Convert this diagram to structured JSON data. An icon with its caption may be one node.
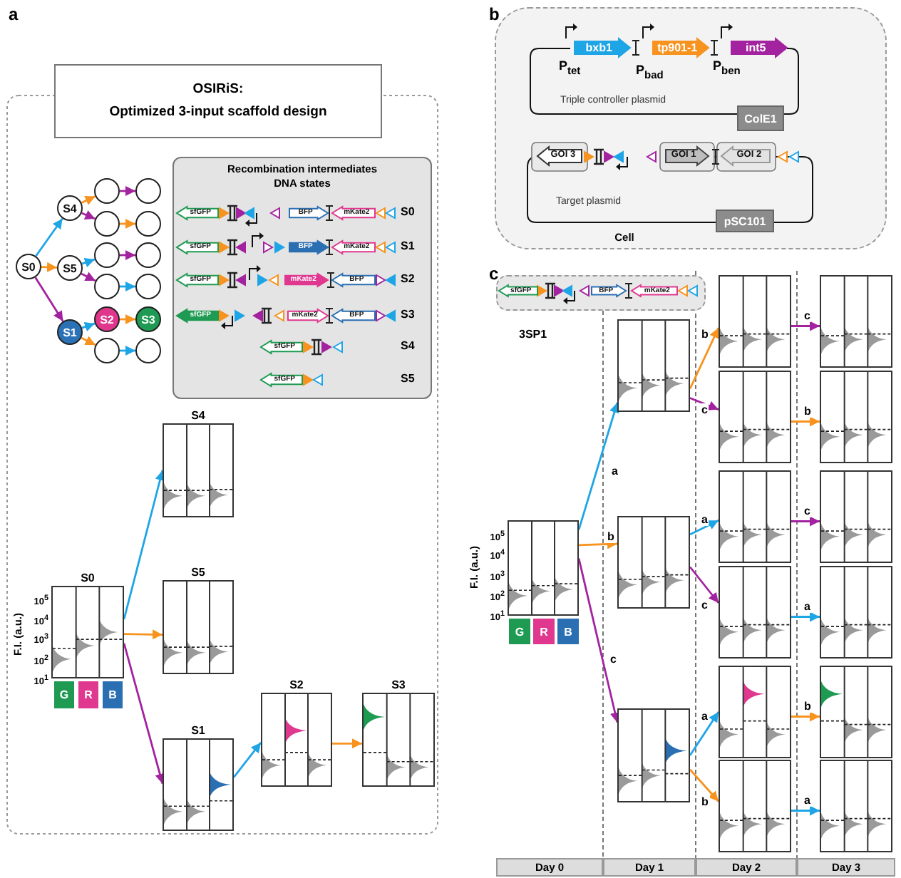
{
  "diagram": {
    "nodes": [
      {
        "text": [
          "OSIRiS:",
          "Optimized 3-input scaffold design"
        ]
      },
      {
        "text": [
          "S0"
        ]
      },
      {
        "text": [
          "S4"
        ]
      },
      {
        "text": [
          "S5"
        ]
      },
      {
        "text": [
          "S1"
        ]
      },
      {
        "text": [],
        "shape": "circle"
      },
      {
        "text": [],
        "shape": "circle"
      },
      {
        "text": [],
        "shape": "circle"
      },
      {
        "text": [],
        "shape": "circle"
      },
      {
        "text": [],
        "shape": "circle"
      },
      {
        "text": [],
        "shape": "circle"
      },
      {
        "text": [],
        "shape": "circle"
      },
      {
        "text": [],
        "shape": "circle"
      },
      {
        "text": [
          "S2"
        ]
      },
      {
        "text": [
          "S3"
        ]
      },
      {
        "text": [],
        "shape": "circle"
      },
      {
        "text": [],
        "shape": "circle"
      },
      {
        "text": [
          "Recombination intermediates DNA states"
        ]
      },
      {
        "text": [
          "sfGFP"
        ],
        "in": 17
      },
      {
        "text": [
          "BFP"
        ],
        "in": 17
      },
      {
        "text": [
          "mKate2"
        ],
        "in": 17
      },
      {
        "text": [
          "sfGFP"
        ],
        "in": 17
      },
      {
        "text": [
          "BFP"
        ],
        "in": 17
      },
      {
        "text": [
          "mKate2"
        ],
        "in": 17
      },
      {
        "text": [
          "sfGFP"
        ],
        "in": 17
      },
      {
        "text": [
          "mKate2"
        ],
        "in": 17
      },
      {
        "text": [
          "BFP"
        ],
        "in": 17
      },
      {
        "text": [
          "sfGFP"
        ],
        "in": 17
      },
      {
        "text": [
          "mKate2"
        ],
        "in": 17
      },
      {
        "text": [
          "BFP"
        ],
        "in": 17
      },
      {
        "text": [
          "sfGFP"
        ],
        "in": 17
      },
      {
        "text": [
          "sfGFP"
        ],
        "in": 17
      },
      {
        "text": [
          "S0"
        ]
      },
      {
        "text": [
          "S4"
        ]
      },
      {
        "text": [
          "S5"
        ]
      },
      {
        "text": [
          "S1"
        ]
      },
      {
        "text": [
          "S2"
        ]
      },
      {
        "text": [
          "S3"
        ]
      },
      {
        "text": [
          "G"
        ]
      },
      {
        "text": [
          "R"
        ]
      },
      {
        "text": [
          "B"
        ]
      },
      {
        "text": [
          "Cell"
        ]
      },
      {
        "text": [
          "bxb1"
        ],
        "in": 41
      },
      {
        "text": [
          "tp901-1"
        ],
        "in": 41
      },
      {
        "text": [
          "int5"
        ],
        "in": 41
      },
      {
        "text": [
          "ColE1"
        ],
        "in": 41
      },
      {
        "text": [
          "GOI 3"
        ],
        "in": 41
      },
      {
        "text": [
          "GOI 1"
        ],
        "in": 41
      },
      {
        "text": [
          "GOI 2"
        ],
        "in": 41
      },
      {
        "text": [
          "pSC101"
        ],
        "in": 41
      },
      {
        "text": [],
        "shape": "box"
      },
      {
        "text": [
          "sfGFP"
        ],
        "in": 50
      },
      {
        "text": [
          "BFP"
        ],
        "in": 50
      },
      {
        "text": [
          "mKate2"
        ],
        "in": 50
      },
      {
        "text": [],
        "shape": "box"
      },
      {
        "text": [],
        "shape": "box"
      },
      {
        "text": [],
        "shape": "box"
      },
      {
        "text": [],
        "shape": "box"
      },
      {
        "text": [],
        "shape": "box"
      },
      {
        "text": [],
        "shape": "box"
      },
      {
        "text": [],
        "shape": "box"
      },
      {
        "text": [],
        "shape": "box"
      },
      {
        "text": [],
        "shape": "box"
      },
      {
        "text": [],
        "shape": "box"
      },
      {
        "text": [],
        "shape": "box"
      },
      {
        "text": [],
        "shape": "box"
      },
      {
        "text": [],
        "shape": "box"
      },
      {
        "text": [],
        "shape": "box"
      },
      {
        "text": [],
        "shape": "box"
      },
      {
        "text": [],
        "shape": "box"
      },
      {
        "text": [
          "G"
        ]
      },
      {
        "text": [
          "R"
        ]
      },
      {
        "text": [
          "B"
        ]
      }
    ],
    "edges": [
      {
        "from": 1,
        "to": 2,
        "arrow": "to",
        "color": "#1ea5e6"
      },
      {
        "from": 1,
        "to": 3,
        "arrow": "to",
        "color": "#f7931e"
      },
      {
        "from": 1,
        "to": 4,
        "arrow": "to",
        "color": "#a3229f"
      },
      {
        "from": 2,
        "to": 5,
        "arrow": "to",
        "color": "#f7931e"
      },
      {
        "from": 5,
        "to": 6,
        "arrow": "to",
        "color": "#a3229f"
      },
      {
        "from": 2,
        "to": 7,
        "arrow": "to",
        "color": "#a3229f"
      },
      {
        "from": 7,
        "to": 8,
        "arrow": "to",
        "color": "#f7931e"
      },
      {
        "from": 3,
        "to": 9,
        "arrow": "to",
        "color": "#1ea5e6"
      },
      {
        "from": 9,
        "to": 10,
        "arrow": "to",
        "color": "#a3229f"
      },
      {
        "from": 3,
        "to": 11,
        "arrow": "to",
        "color": "#a3229f"
      },
      {
        "from": 11,
        "to": 12,
        "arrow": "to",
        "color": "#1ea5e6"
      },
      {
        "from": 4,
        "to": 13,
        "arrow": "to",
        "color": "#1ea5e6"
      },
      {
        "from": 13,
        "to": 14,
        "arrow": "to",
        "color": "#f7931e"
      },
      {
        "from": 4,
        "to": 15,
        "arrow": "to",
        "color": "#f7931e"
      },
      {
        "from": 15,
        "to": 16,
        "arrow": "to",
        "color": "#1ea5e6"
      },
      {
        "from": 32,
        "to": 33,
        "arrow": "to",
        "color": "#1ea5e6"
      },
      {
        "from": 32,
        "to": 34,
        "arrow": "to",
        "color": "#f7931e"
      },
      {
        "from": 32,
        "to": 35,
        "arrow": "to",
        "color": "#a3229f"
      },
      {
        "from": 35,
        "to": 36,
        "arrow": "to",
        "color": "#1ea5e6"
      },
      {
        "from": 36,
        "to": 37,
        "arrow": "to",
        "color": "#f7931e"
      },
      {
        "from": 54,
        "to": 55,
        "arrow": "to",
        "label": "a",
        "color": "#1ea5e6"
      },
      {
        "from": 54,
        "to": 56,
        "arrow": "to",
        "label": "b",
        "color": "#f7931e"
      },
      {
        "from": 54,
        "to": 57,
        "arrow": "to",
        "label": "c",
        "color": "#a3229f"
      },
      {
        "from": 55,
        "to": 58,
        "arrow": "to",
        "label": "b",
        "color": "#f7931e"
      },
      {
        "from": 55,
        "to": 59,
        "arrow": "to",
        "label": "c",
        "color": "#a3229f"
      },
      {
        "from": 56,
        "to": 60,
        "arrow": "to",
        "label": "a",
        "color": "#1ea5e6"
      },
      {
        "from": 56,
        "to": 61,
        "arrow": "to",
        "label": "c",
        "color": "#a3229f"
      },
      {
        "from": 57,
        "to": 62,
        "arrow": "to",
        "label": "a",
        "color": "#1ea5e6"
      },
      {
        "from": 57,
        "to": 63,
        "arrow": "to",
        "label": "b",
        "color": "#f7931e"
      },
      {
        "from": 58,
        "to": 64,
        "arrow": "to",
        "label": "c",
        "color": "#a3229f"
      },
      {
        "from": 59,
        "to": 65,
        "arrow": "to",
        "label": "b",
        "color": "#f7931e"
      },
      {
        "from": 60,
        "to": 66,
        "arrow": "to",
        "label": "c",
        "color": "#a3229f"
      },
      {
        "from": 61,
        "to": 67,
        "arrow": "to",
        "label": "a",
        "color": "#1ea5e6"
      },
      {
        "from": 62,
        "to": 68,
        "arrow": "to",
        "label": "b",
        "color": "#f7931e"
      },
      {
        "from": 63,
        "to": 69,
        "arrow": "to",
        "label": "a",
        "color": "#1ea5e6"
      }
    ],
    "labels": [
      "a",
      "b",
      "S0",
      "S1",
      "S2",
      "S3",
      "S4",
      "S5",
      "P$_{tet}$",
      "P$_{bad}$",
      "P$_{ben}$",
      "Triple controller plasmid",
      "Target plasmid",
      "c",
      "3SP1",
      "F.I. (a.u.)",
      "10$^{5}$",
      "10$^{4}$",
      "10$^{3}$",
      "10$^{2}$",
      "10$^{1}$",
      "F.I. (a.u.)",
      "10$^{5}$",
      "10$^{4}$",
      "10$^{3}$",
      "10$^{2}$",
      "10$^{1}$",
      "Day 0",
      "Day 1",
      "Day 2",
      "Day 3"
    ]
  }
}
